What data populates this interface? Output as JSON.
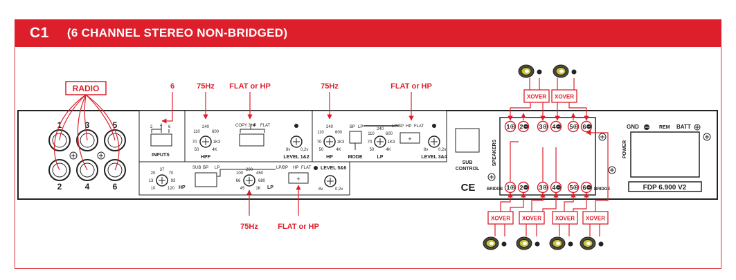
{
  "banner": {
    "code": "C1",
    "title": "(6 CHANNEL STEREO NON-BRIDGED)"
  },
  "callouts": {
    "radio": "RADIO",
    "inputs_setting": "6",
    "hpf_top": "75Hz",
    "copy_top": "FLAT or HP",
    "hp34_top": "75Hz",
    "lp34_top": "FLAT or HP",
    "lp56_bottom": "75Hz",
    "mode56_bottom": "FLAT or HP",
    "xover": "XOVER"
  },
  "rca": {
    "top": [
      "1",
      "3",
      "5"
    ],
    "bottom": [
      "2",
      "4",
      "6"
    ]
  },
  "panel12": {
    "inputs_ticks": [
      "2",
      "4",
      "6"
    ],
    "inputs_label": "INPUTS",
    "hpf_scale": [
      "240",
      "110",
      "600",
      "70",
      "1K3",
      "50",
      "4K"
    ],
    "hpf_label": "HPF",
    "copy_ticks": [
      "COPY 3+4",
      "HP",
      "FLAT"
    ],
    "level_scale": [
      "8v",
      "0,2v"
    ],
    "level_label": "LEVEL 1&2"
  },
  "panel34": {
    "hp_scale": [
      "240",
      "110",
      "600",
      "70",
      "1K3",
      "50",
      "4K"
    ],
    "hp_label": "HP",
    "mode_ticks": [
      "BP",
      "LP"
    ],
    "mode_label": "MODE",
    "lp_scale": [
      "240",
      "110",
      "600",
      "70",
      "1K3",
      "50",
      "4K"
    ],
    "lp_label": "LP",
    "lpbp_ticks": [
      "LP/BP",
      "HP",
      "FLAT"
    ],
    "level_scale": [
      "8v",
      "0,2v"
    ],
    "level_label": "LEVEL 3&4"
  },
  "panel56": {
    "hp_scale": [
      "37",
      "20",
      "70",
      "13",
      "93",
      "10",
      "120"
    ],
    "hp_label": "HP",
    "mode_ticks": [
      "SUB",
      "BP",
      "LP"
    ],
    "lp_scale": [
      "200",
      "100",
      "450",
      "66",
      "680",
      "45",
      "1K"
    ],
    "lp_label": "LP",
    "lpbp_ticks": [
      "LP/BP",
      "HP",
      "FLAT"
    ],
    "level_label": "LEVEL 5&6",
    "level_scale": [
      "8v",
      "0,2v"
    ]
  },
  "sub_control": {
    "line1": "SUB",
    "line2": "CONTROL"
  },
  "ce_mark": "CE",
  "speakers": {
    "label": "SPEAKERS",
    "bridge": "BRIDGE",
    "top": [
      "1",
      "2",
      "3",
      "4",
      "5",
      "6"
    ],
    "bottom": [
      "1",
      "2",
      "3",
      "4",
      "5",
      "6"
    ]
  },
  "power": {
    "gnd": "GND",
    "rem": "REM",
    "batt": "BATT",
    "label": "POWER"
  },
  "model": "FDP 6.900 V2",
  "colors": {
    "red": "#dc1f2b",
    "line": "#d8303a",
    "ink": "#222222",
    "chassis_edge": "#222222"
  }
}
